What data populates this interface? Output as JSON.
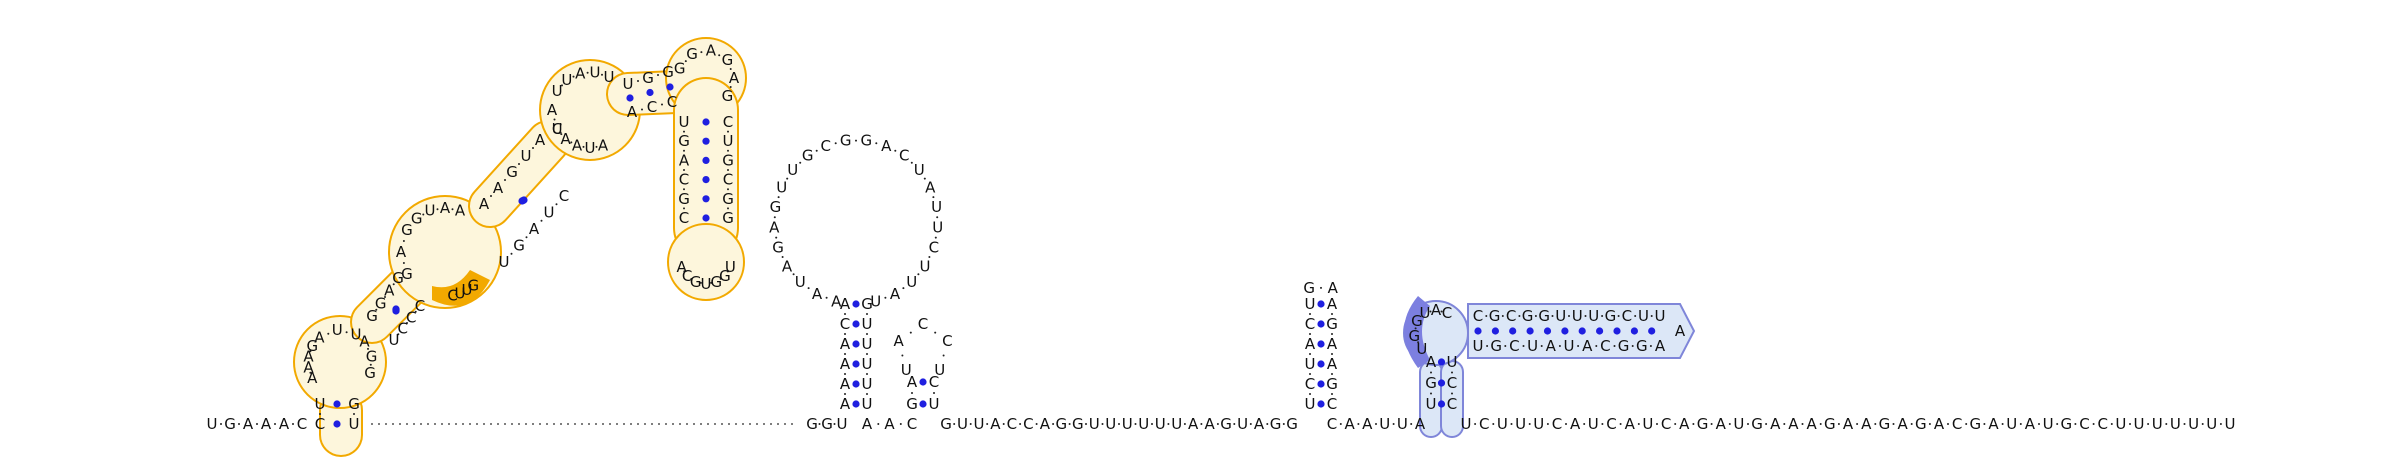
{
  "colors": {
    "highlight_outline": "#f2a900",
    "highlight_fill": "#fdf6dc",
    "highlight_accent": "#f2a900",
    "blue_outline": "#7f86d9",
    "blue_fill": "#dce7f7",
    "blue_accent": "#7c7fe0",
    "pair_dot": "#1f1fe0",
    "backbone": "#222222"
  },
  "sequence": {
    "five_prime": "UGAAAC",
    "gap_between_domains": "GGU",
    "hairpin1_to_hairpin2": "AAC",
    "hairpin2_to_hairpin3": "GUUACCAGGUUUUUUAAGUAGG",
    "hairpin3_to_hairpin4": "CAAUUA",
    "three_prime": "UCUUUCAUCAUCAGAUGAAAGAAGAGACGAUAUGCCUUUUUUU"
  },
  "domain_a": {
    "stem1_left": "CU",
    "stem1_right": "GU",
    "loop1_left": "AAAG",
    "loop1_top": "AUU",
    "loop1_right": "AGG",
    "stem2_left": "GGAG",
    "stem2_right": "CCCU",
    "bulge_right": "GUUC",
    "loop2_left": "GAG",
    "loop2_top": "GUAA",
    "stem3_left": "AAGUA",
    "stem3_right": "UGAUC",
    "loop3_left": "CA",
    "loop3_top": "UUAUU",
    "loop3_bottom": "AUAAU",
    "stem4_left": "UGG",
    "stem4_right": "ACC",
    "top_loop": "GGAGAG",
    "stem5_left": "UGACGC",
    "stem5_right": "CUGCGG",
    "bottom_loop": "ACGUGGU"
  },
  "hairpin1": {
    "stem_left": "AAAACA",
    "stem_right": "GUUUUU",
    "loop": "AAUAGAGUUGCGGACUAUUCUUAU"
  },
  "hairpin2": {
    "stem_left": "GA",
    "stem_right": "CU",
    "loop": "UACCU"
  },
  "hairpin3": {
    "stem_left": "UCUACU",
    "stem_right": "AGAAGC",
    "loop": "GA"
  },
  "domain_b": {
    "stem_left": "UGA",
    "stem_right": "UCC",
    "loop_accent": "UGG",
    "loop_top": "UAC",
    "arm_top": "CGCGGUUUGCUU",
    "arm_bottom": "UGCUAUACGGA",
    "arm_end": "A"
  }
}
